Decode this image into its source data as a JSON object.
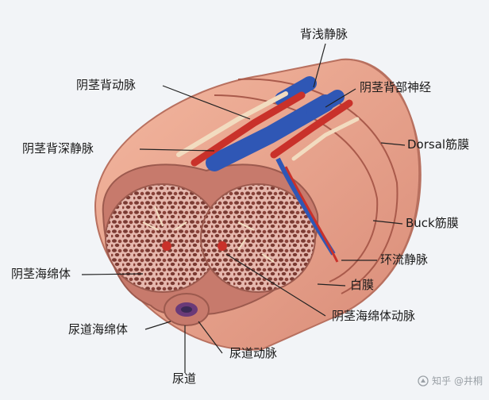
{
  "labels": {
    "superficial_dorsal_vein": "背浅静脉",
    "dorsal_artery": "阴茎背动脉",
    "dorsal_nerve": "阴茎背部神经",
    "deep_dorsal_vein": "阴茎背深静脉",
    "dorsal_fascia": "Dorsal筋膜",
    "buck_fascia": "Buck筋膜",
    "circumflex_vein": "环流静脉",
    "tunica_albuginea": "白膜",
    "corpus_cavernosum": "阴茎海绵体",
    "cavernous_artery": "阴茎海绵体动脉",
    "corpus_spongiosum": "尿道海绵体",
    "urethral_artery": "尿道动脉",
    "urethra": "尿道"
  },
  "watermark": {
    "text": "知乎 @井桐"
  },
  "colors": {
    "skin": "#e8a08a",
    "tissue": "#c77a6c",
    "sponge_cell": "#7a3a32",
    "artery": "#c9312a",
    "vein": "#2f57b5",
    "nerve": "#f2dcc0",
    "line": "#222222"
  }
}
